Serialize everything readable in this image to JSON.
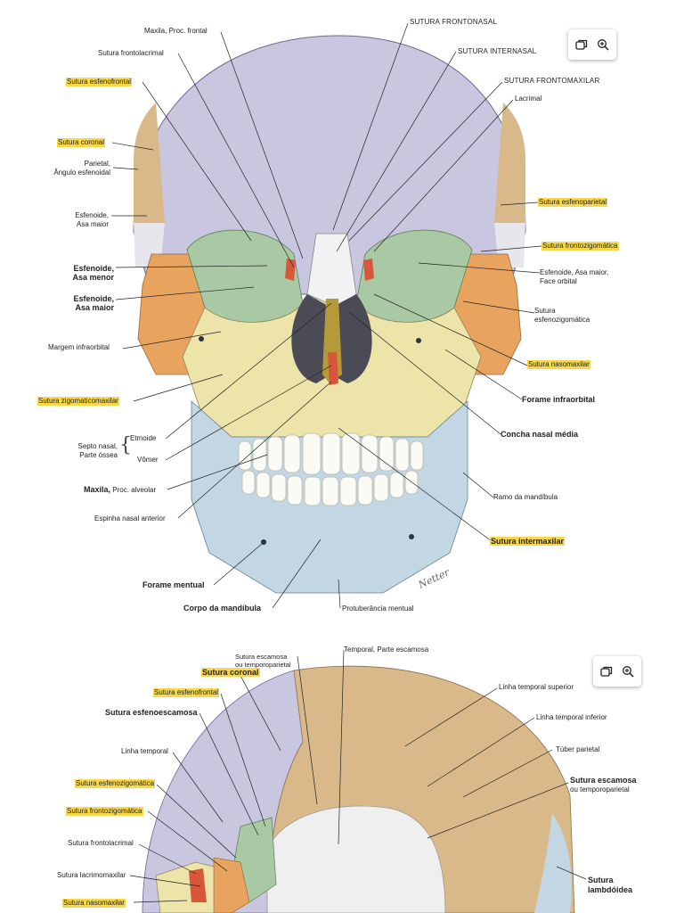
{
  "figure1": {
    "labels": {
      "maxila_proc_frontal": "Maxila, Proc. frontal",
      "sutura_frontolacrimal": "Sutura frontolacrimal",
      "sutura_esfenofrontal": "Sutura esfenofrontal",
      "sutura_coronal": "Sutura coronal",
      "parietal_l1": "Parietal,",
      "parietal_l2": "Ângulo esfenoidal",
      "esfenoide_asa_maior_l1": "Esfenoide,",
      "esfenoide_asa_maior_l2": "Asa maior",
      "esfenoide_asa_menor_b_l1": "Esfenoide,",
      "esfenoide_asa_menor_b_l2": "Asa menor",
      "esfenoide_asa_maior_b_l1": "Esfenoide,",
      "esfenoide_asa_maior_b_l2": "Asa maior",
      "margem_infraorbital": "Margem infraorbital",
      "sutura_zigomaticomaxilar": "Sutura zigomaticomaxilar",
      "septo_nasal_l1": "Septo nasal,",
      "septo_nasal_l2": "Parte óssea",
      "etmoide": "Etmoide",
      "vomer": "Vômer",
      "maxila_bold": "Maxila,",
      "maxila_proc_alveolar": " Proc. alveolar",
      "espinha_nasal_anterior": "Espinha nasal anterior",
      "forame_mentual": "Forame mentual",
      "corpo_da_mandibula": "Corpo da mandíbula",
      "protuberancia_mentual": "Protuberância mentual",
      "sutura_frontonasal": "SUTURA FRONTONASAL",
      "sutura_internasal": "SUTURA INTERNASAL",
      "sutura_frontomaxilar": "SUTURA FRONTOMAXILAR",
      "lacrimal": "Lacrimal",
      "sutura_esfenoparietal": "Sutura esfenoparietal",
      "sutura_frontozigomatica": "Sutura frontozigomática",
      "esfenoide_face_orbital_l1": "Esfenoide, Asa maior,",
      "esfenoide_face_orbital_l2": "Face orbital",
      "sutura_esfenozigomatica_l1": "Sutura",
      "sutura_esfenozigomatica_l2": "esfenozigomática",
      "sutura_nasomaxilar": "Sutura nasomaxilar",
      "forame_infraorbital": "Forame infraorbital",
      "concha_nasal_media": "Concha nasal média",
      "ramo_da_mandibula": "Ramo da mandíbula",
      "sutura_intermaxilar": "Sutura intermaxilar"
    }
  },
  "figure2": {
    "labels": {
      "sutura_escamosa_top_l1": "Sutura escamosa",
      "sutura_escamosa_top_l2": "ou temporoparietal",
      "sutura_coronal": "Sutura coronal",
      "temporal_parte_escamosa": "Temporal, Parte escamosa",
      "sutura_esfenofrontal": "Sutura esfenofrontal",
      "sutura_esfenoescamosa": "Sutura esfenoescamosa",
      "linha_temporal": "Linha temporal",
      "sutura_esfenozigomatica": "Sutura esfenozigomática",
      "sutura_frontozigomatica": "Sutura frontozigomática",
      "sutura_frontolacrimal": "Sutura frontolacrimal",
      "sutura_lacrimomaxilar": "Sutura lacrimomaxilar",
      "sutura_nasomaxilar": "Sutura nasomaxilar",
      "linha_temporal_superior": "Linha temporal superior",
      "linha_temporal_inferior": "Linha temporal inferior",
      "tuber_parietal": "Túber parietal",
      "sutura_escamosa_right_l1": "Sutura escamosa",
      "sutura_escamosa_right_l2": "ou temporoparietal",
      "sutura_lambdoidea_l1": "Sutura",
      "sutura_lambdoidea_l2": "lambdóidea"
    }
  },
  "toolbar": {
    "icons": [
      "gallery-icon",
      "zoom-in-icon"
    ]
  },
  "colors": {
    "frontal": "#c9c6e0",
    "parietal": "#d9b98a",
    "sphenoid": "#e8a35e",
    "zygomatic": "#e8a35e",
    "maxilla": "#ece4a8",
    "mandible": "#c2d6e4",
    "nasal": "#f2f2f2",
    "orbit": "#a9c9a4",
    "highlight": "#f7d84a"
  }
}
